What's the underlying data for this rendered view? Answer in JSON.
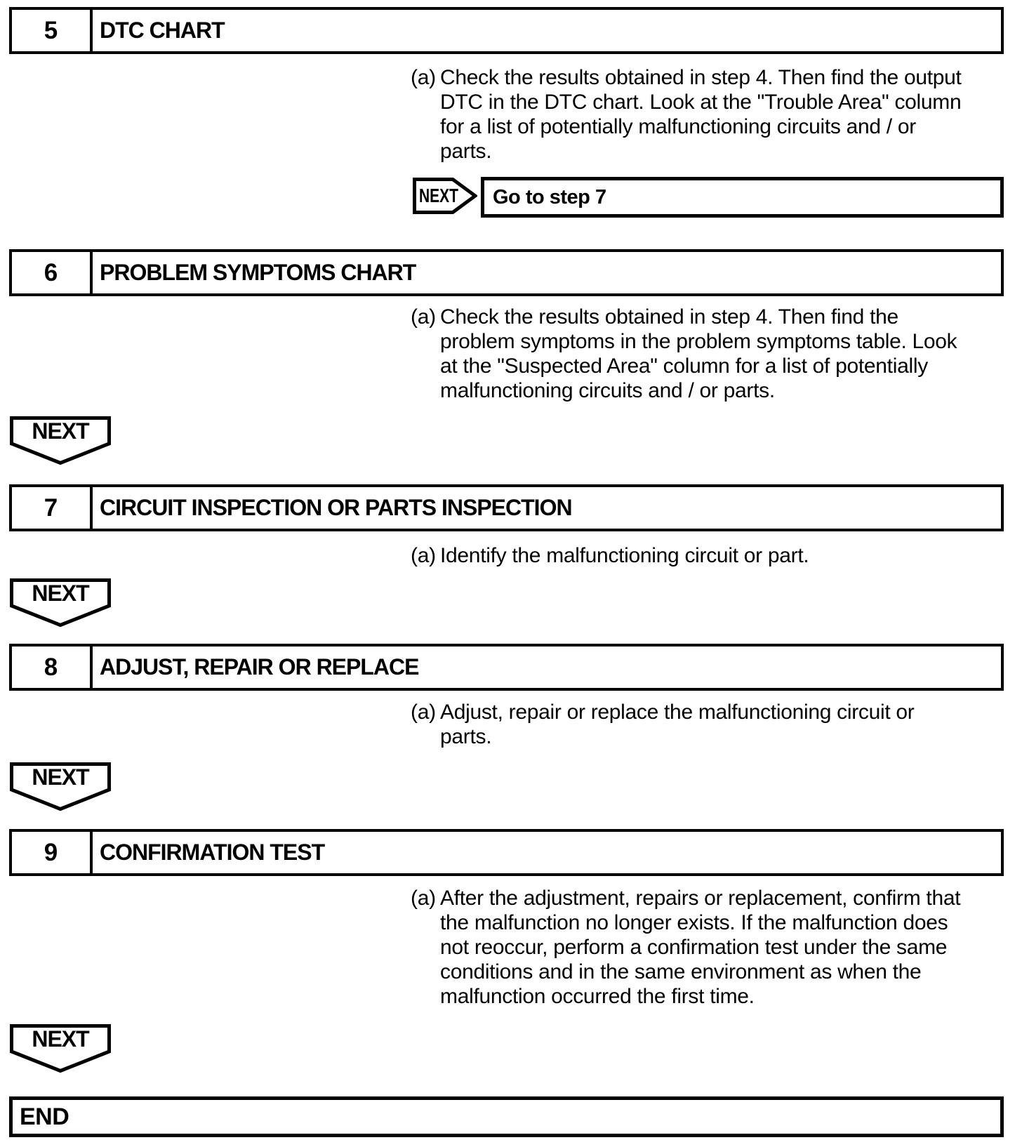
{
  "colors": {
    "ink": "#000000",
    "paper": "#ffffff"
  },
  "steps": [
    {
      "number": "5",
      "title": "DTC CHART",
      "instructions": [
        {
          "label": "(a)",
          "text": "Check the results obtained in step 4. Then find the output DTC in the DTC chart. Look at the \"Trouble Area\" column for a list of potentially malfunctioning circuits and / or parts."
        }
      ],
      "connector": {
        "type": "next-right-with-result",
        "label": "NEXT",
        "result": "Go to step 7"
      }
    },
    {
      "number": "6",
      "title": "PROBLEM SYMPTOMS CHART",
      "instructions": [
        {
          "label": "(a)",
          "text": "Check the results obtained in step 4. Then find the problem symptoms in the problem symptoms table. Look at the \"Suspected Area\" column for a list of potentially malfunctioning circuits and / or parts."
        }
      ],
      "connector": {
        "type": "next-down",
        "label": "NEXT"
      }
    },
    {
      "number": "7",
      "title": "CIRCUIT INSPECTION OR PARTS INSPECTION",
      "instructions": [
        {
          "label": "(a)",
          "text": "Identify the malfunctioning circuit or part."
        }
      ],
      "connector": {
        "type": "next-down",
        "label": "NEXT"
      }
    },
    {
      "number": "8",
      "title": "ADJUST, REPAIR OR REPLACE",
      "instructions": [
        {
          "label": "(a)",
          "text": "Adjust, repair or replace the malfunctioning circuit or parts."
        }
      ],
      "connector": {
        "type": "next-down",
        "label": "NEXT"
      }
    },
    {
      "number": "9",
      "title": "CONFIRMATION TEST",
      "instructions": [
        {
          "label": "(a)",
          "text": "After the adjustment, repairs or replacement, confirm that the malfunction no longer exists. If the malfunction does not reoccur, perform a confirmation test under the same conditions and in the same environment as when the malfunction occurred the first time."
        }
      ],
      "connector": {
        "type": "next-down",
        "label": "NEXT"
      }
    }
  ],
  "terminator": {
    "label": "END"
  }
}
